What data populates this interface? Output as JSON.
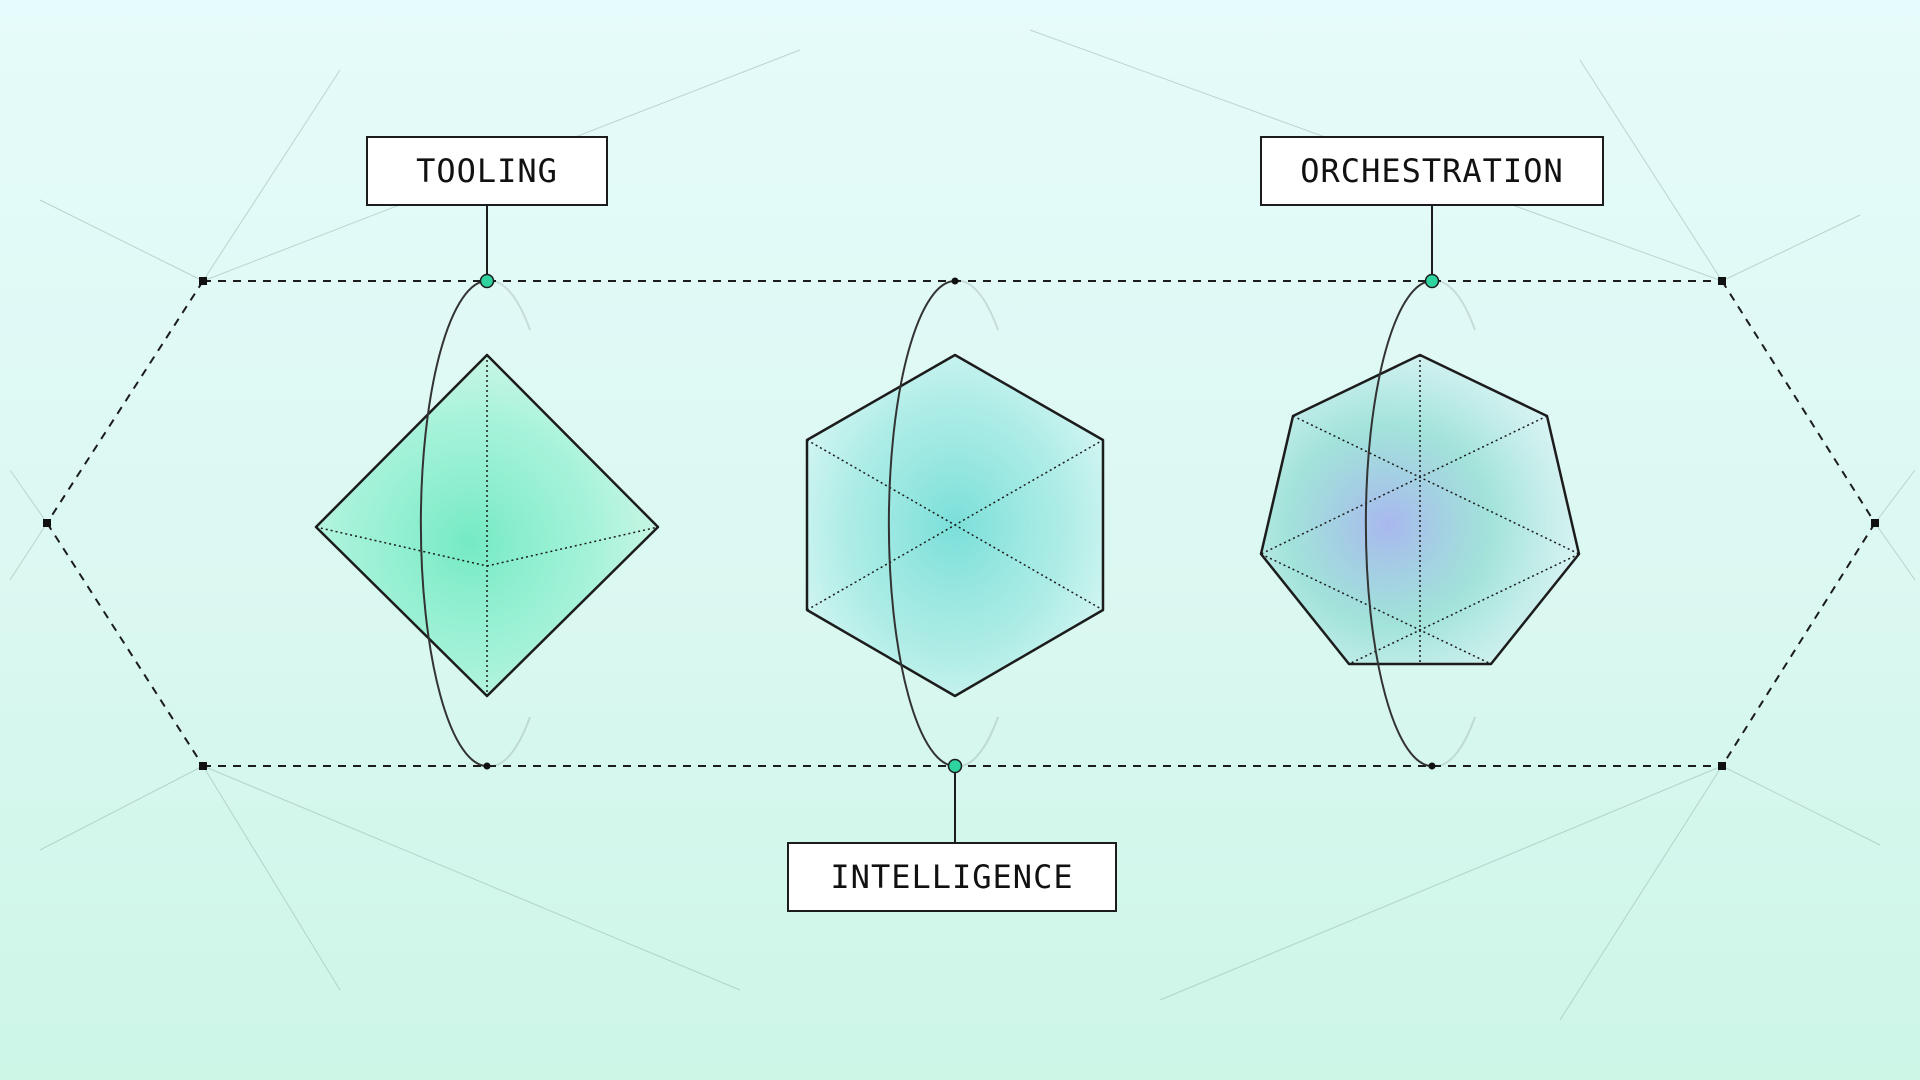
{
  "labels": {
    "tooling": "TOOLING",
    "orchestration": "ORCHESTRATION",
    "intelligence": "INTELLIGENCE"
  },
  "shapes": [
    {
      "name": "octahedron",
      "linked_label": "TOOLING"
    },
    {
      "name": "hexagon",
      "linked_label": "INTELLIGENCE"
    },
    {
      "name": "heptagon",
      "linked_label": "ORCHESTRATION"
    }
  ],
  "colors": {
    "line": "#1c1c1c",
    "accent_dot": "#2fd3a0",
    "fill_green": "#6fe9c1",
    "fill_teal": "#7fe0dc",
    "fill_blue": "#a6b4ef"
  }
}
